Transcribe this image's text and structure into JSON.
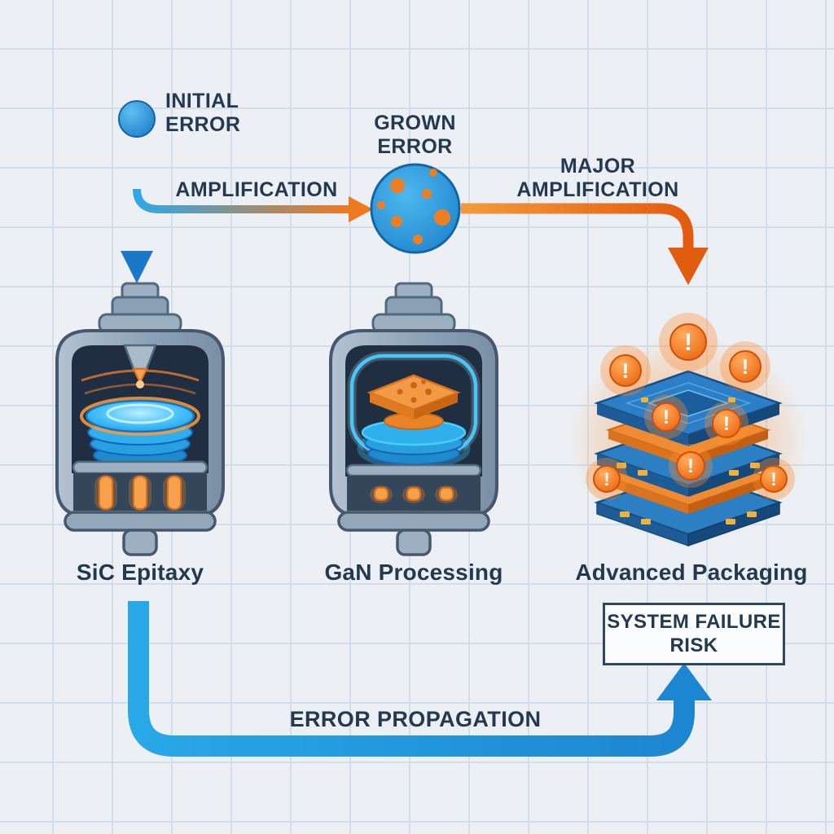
{
  "diagram": {
    "initial_error": {
      "line1": "INITIAL",
      "line2": "ERROR"
    },
    "amplification_label": "AMPLIFICATION",
    "grown_error": {
      "line1": "GROWN",
      "line2": "ERROR"
    },
    "major_amplification": {
      "line1": "MAJOR",
      "line2": "AMPLIFICATION"
    },
    "stages": [
      {
        "name": "SiC Epitaxy"
      },
      {
        "name": "GaN Processing"
      },
      {
        "name": "Advanced Packaging"
      }
    ],
    "system_failure_box": {
      "line1": "SYSTEM FAILURE",
      "line2": "RISK"
    },
    "error_propagation_label": "ERROR PROPAGATION",
    "warning_glyph": "!"
  },
  "colors": {
    "background": "#ecf0f5",
    "grid": "#d4dee8",
    "blue": "#1d86d2",
    "light_blue": "#2fb0ec",
    "orange": "#ee7a20",
    "deep_orange": "#e25c10",
    "navy_text": "#24384f",
    "machine_shell": "#8da2b6",
    "machine_interior": "#1f2f41"
  }
}
